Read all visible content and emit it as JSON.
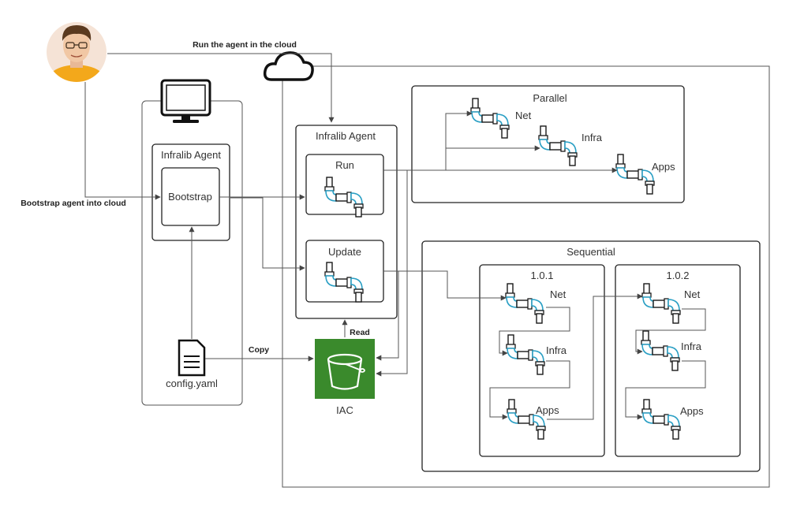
{
  "labels": {
    "run_in_cloud": "Run the agent in the cloud",
    "bootstrap_into_cloud": "Bootstrap agent into cloud",
    "local_agent": "Infralib Agent",
    "bootstrap": "Bootstrap",
    "config": "config.yaml",
    "copy": "Copy",
    "read": "Read",
    "iac": "IAC",
    "cloud_agent": "Infralib Agent",
    "run": "Run",
    "update": "Update",
    "parallel": "Parallel",
    "sequential": "Sequential",
    "version_1": "1.0.1",
    "version_2": "1.0.2",
    "net": "Net",
    "infra": "Infra",
    "apps": "Apps"
  },
  "colors": {
    "pipe_stroke": "#2a9fc4",
    "iac_green": "#3a8a2c",
    "avatar_bg": "#f5e3d6",
    "avatar_shirt": "#f3a81b",
    "avatar_hair": "#5b3a1f"
  }
}
